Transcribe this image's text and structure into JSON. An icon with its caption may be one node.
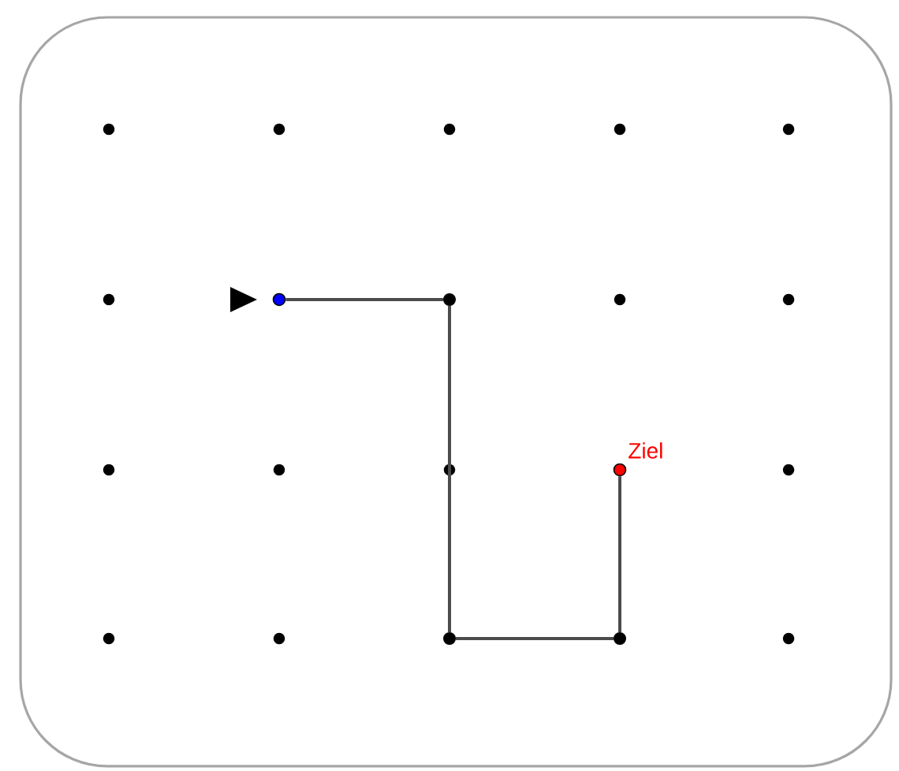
{
  "diagram": {
    "nodes": [
      {
        "text": [],
        "shape": "circle"
      },
      {
        "text": [],
        "shape": "circle"
      },
      {
        "text": [],
        "shape": "circle"
      },
      {
        "text": [],
        "shape": "circle"
      },
      {
        "text": [],
        "shape": "circle",
        "beside": [
          "Ziel"
        ]
      }
    ],
    "edges": [
      {
        "from": 0,
        "to": 1,
        "arrow": "none"
      },
      {
        "from": 1,
        "to": 2,
        "arrow": "none"
      },
      {
        "from": 2,
        "to": 3,
        "arrow": "none"
      },
      {
        "from": 3,
        "to": 4,
        "arrow": "none"
      }
    ]
  }
}
